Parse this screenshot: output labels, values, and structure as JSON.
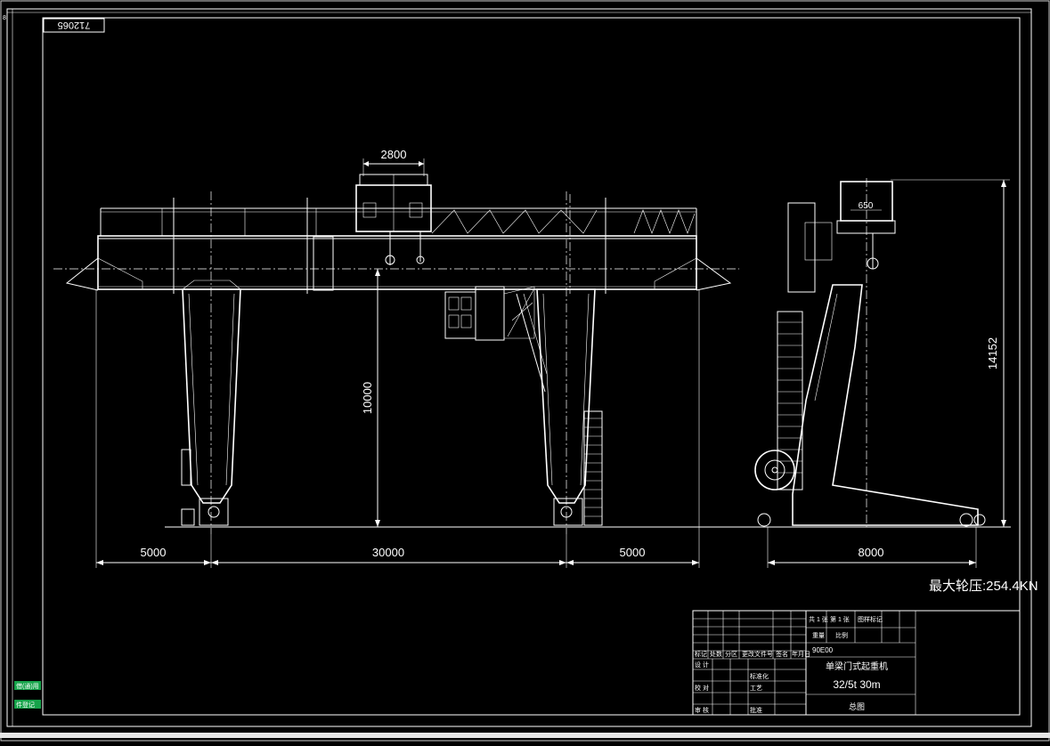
{
  "drawing": {
    "code_box": "712065",
    "corner_mark": "8"
  },
  "dimensions": {
    "trolley_width": "2800",
    "left_span": "5000",
    "main_span": "30000",
    "right_span": "5000",
    "side_width": "8000",
    "lift_height": "10000",
    "total_height": "14152",
    "small_dim": "650"
  },
  "load_note": "最大轮压:254.4KN",
  "title_block": {
    "drawing_no": "90E00",
    "machine_name": "单梁门式起重机",
    "spec": "32/5t  30m",
    "sheet_name": "总图",
    "cells": {
      "c1": "共 1 张",
      "c2": "第 1 张",
      "c3": "图样标记",
      "c4": "重量",
      "c5": "比例",
      "c6": "标记",
      "c7": "处数",
      "c8": "分区",
      "c9": "更改文件号",
      "c10": "签名",
      "c11": "年月日",
      "r1": "设 计",
      "r2": "标准化",
      "r3": "校 对",
      "r4": "工艺",
      "r5": "审 核",
      "r6": "批准"
    }
  },
  "side_stamp": {
    "a": "借(通)用",
    "b": "件登记"
  },
  "colors": {
    "background": "#000000",
    "lines": "#ffffff",
    "stamp": "#22c55e"
  }
}
